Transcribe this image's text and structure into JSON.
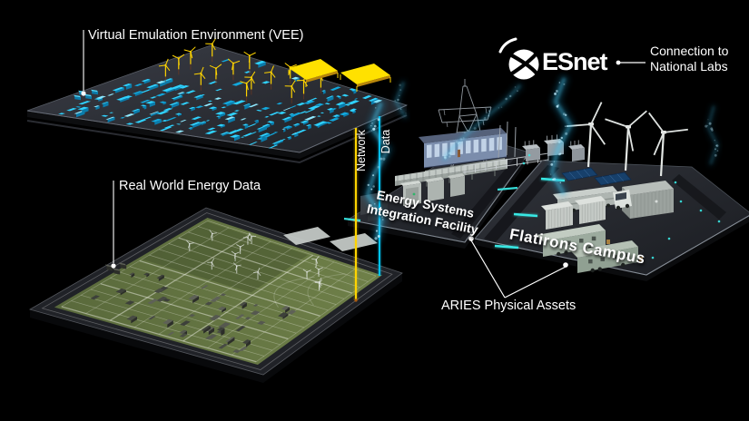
{
  "labels": {
    "vee": "Virtual Emulation Environment (VEE)",
    "real_world": "Real World Energy Data",
    "network": "Network",
    "data": "Data",
    "esif": [
      "Energy Systems",
      "Integration Facility"
    ],
    "flatirons": "Flatirons Campus",
    "aries": "ARIES Physical Assets",
    "esnet": "ESnet",
    "connection": [
      "Connection to",
      "National Labs"
    ]
  },
  "colors": {
    "background": "#000000",
    "text": "#ffffff",
    "emulation_cyan": "#2fd2ff",
    "network_yellow": "#ffd400",
    "data_cyan": "#00c4f5",
    "map_green": "#5f7040",
    "platform_gray": "#2b2e35",
    "teal_accent": "#38e8e4"
  }
}
